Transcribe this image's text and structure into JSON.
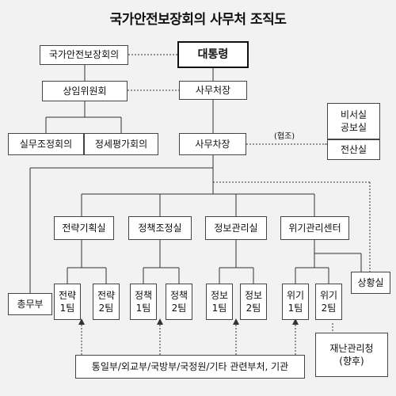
{
  "title": "국가안전보장회의 사무처 조직도",
  "nodes": {
    "nsc": "국가안전보장회의",
    "president": "대통령",
    "standing_committee": "상임위원회",
    "secretary_general": "사무처장",
    "working_meeting": "실무조정회의",
    "intel_eval_meeting": "정세평가회의",
    "deputy_secretary": "사무차장",
    "secretariat_office": "비서실",
    "pr_office": "공보실",
    "computer_office": "전산실",
    "strategy_office": "전략기획실",
    "policy_office": "정책조정실",
    "info_office": "정보관리실",
    "crisis_center": "위기관리센터",
    "general_affairs": "총무부",
    "situation_room": "상황실",
    "strategy_team1": {
      "line1": "전략",
      "line2": "1팀"
    },
    "strategy_team2": {
      "line1": "전략",
      "line2": "2팀"
    },
    "policy_team1": {
      "line1": "정책",
      "line2": "1팀"
    },
    "policy_team2": {
      "line1": "정책",
      "line2": "2팀"
    },
    "info_team1": {
      "line1": "정보",
      "line2": "1팀"
    },
    "info_team2": {
      "line1": "정보",
      "line2": "2팀"
    },
    "crisis_team1": {
      "line1": "위기",
      "line2": "1팀"
    },
    "crisis_team2": {
      "line1": "위기",
      "line2": "2팀"
    },
    "related_agencies": "통일부/외교부/국방부/국정원/기타 관련부처, 기관",
    "disaster_agency": {
      "line1": "재난관리청",
      "line2": "(향후)"
    }
  },
  "labels": {
    "cooperation": "(협조)"
  }
}
